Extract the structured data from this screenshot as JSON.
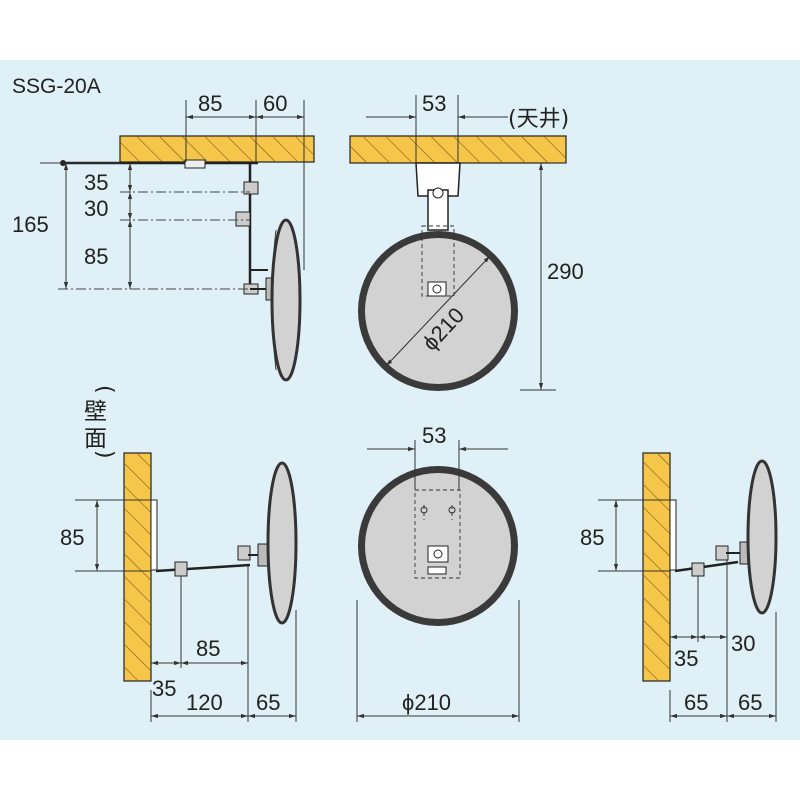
{
  "model": "SSG-20A",
  "labels": {
    "ceiling": "(天井)",
    "wall_paren_open": "(",
    "wall_char_1": "壁",
    "wall_char_2": "面",
    "wall_paren_close": ")"
  },
  "colors": {
    "panel": "#dff0f7",
    "mount_surface": "#f6c64a",
    "mirror_rim": "#3a3a3a",
    "mirror_face": "#d2d2d2"
  },
  "views": {
    "ceiling_side": {
      "top_85": "85",
      "top_60": "60",
      "v_35": "35",
      "v_30": "30",
      "v_85": "85",
      "total_165": "165"
    },
    "ceiling_front": {
      "bracket_53": "53",
      "height_290": "290",
      "diameter": "ϕ210"
    },
    "wall_side_left": {
      "v_85": "85",
      "h_85": "85",
      "h_35": "35",
      "h_120": "120",
      "h_65": "65"
    },
    "wall_front": {
      "bracket_53": "53",
      "diameter": "ϕ210"
    },
    "wall_side_right": {
      "v_85": "85",
      "h_35": "35",
      "h_30": "30",
      "h_65a": "65",
      "h_65b": "65"
    }
  }
}
